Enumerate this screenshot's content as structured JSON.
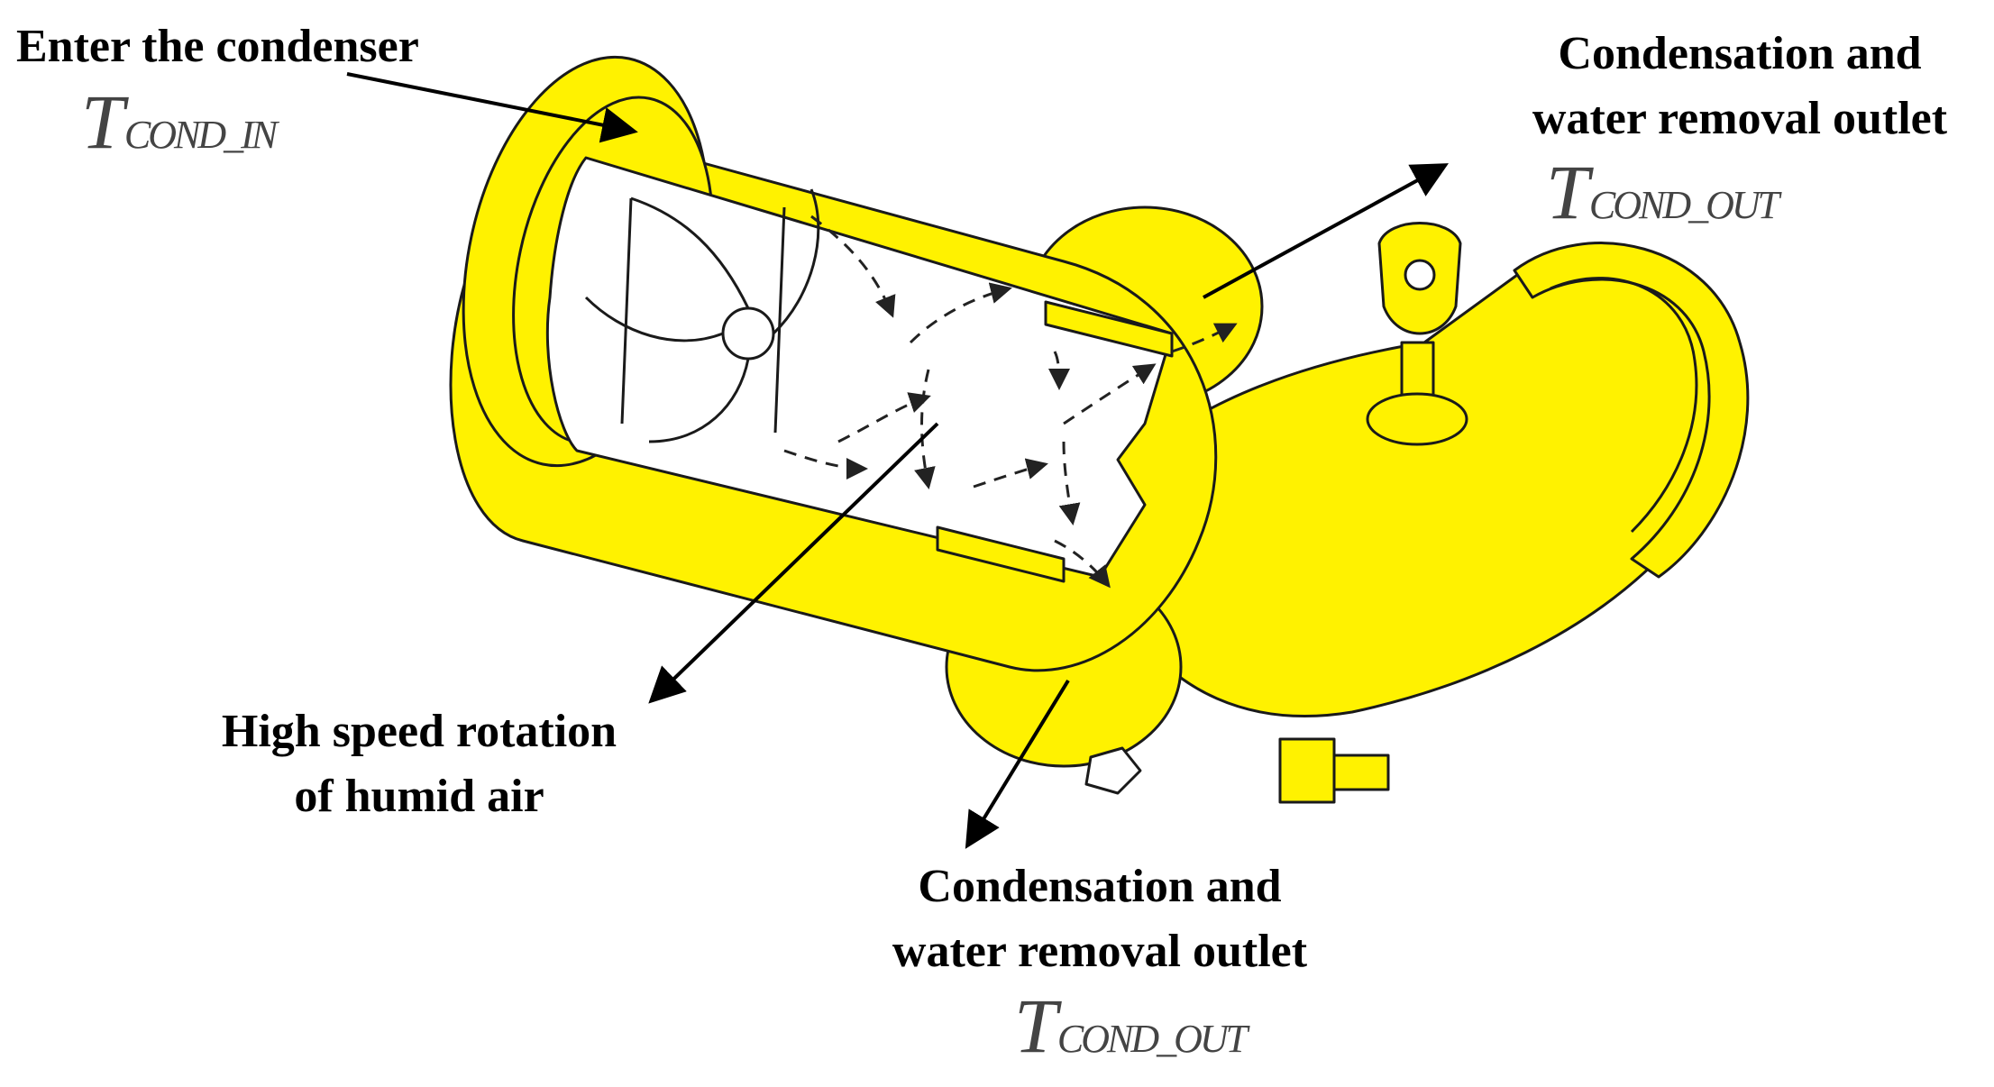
{
  "labels": {
    "inlet": {
      "text": "Enter the condenser",
      "symbol_main": "T",
      "symbol_sub": "COND_IN"
    },
    "outlet_top": {
      "line1": "Condensation and",
      "line2": "water removal outlet",
      "symbol_main": "T",
      "symbol_sub": "COND_OUT"
    },
    "rotation": {
      "line1": "High speed rotation",
      "line2": "of humid air"
    },
    "outlet_bottom": {
      "line1": "Condensation and",
      "line2": "water removal outlet",
      "symbol_main": "T",
      "symbol_sub": "COND_OUT"
    }
  },
  "colors": {
    "body": "#FFF200",
    "outline": "#1a1a1a",
    "interior": "#ffffff",
    "text": "#000000",
    "symbol": "#444444"
  }
}
